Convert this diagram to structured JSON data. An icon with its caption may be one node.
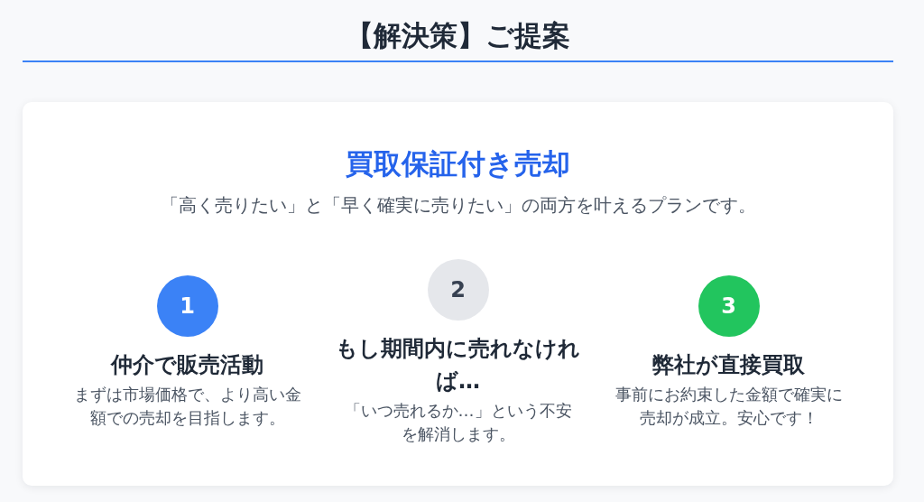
{
  "diagram": {
    "title": "【解決策】ご提案",
    "nodes": [
      {
        "text": [
          "買取保証付き売却",
          "「高く売りたい」と「早く確実に売りたい」の両方を叶えるプランです。"
        ]
      },
      {
        "text": [
          "1"
        ],
        "in": 0,
        "beside": [
          "仲介で販売活動",
          "まずは市場価格で、より高い金額での売却を目指します。"
        ]
      },
      {
        "text": [
          "2"
        ],
        "in": 0,
        "beside": [
          "もし期間内に売れなければ…",
          "「いつ売れるか…」という不安を解消します。"
        ]
      },
      {
        "text": [
          "3"
        ],
        "in": 0,
        "beside": [
          "弊社が直接買取",
          "事前にお約束した金額で確実に売却が成立。安心です！"
        ]
      }
    ]
  }
}
